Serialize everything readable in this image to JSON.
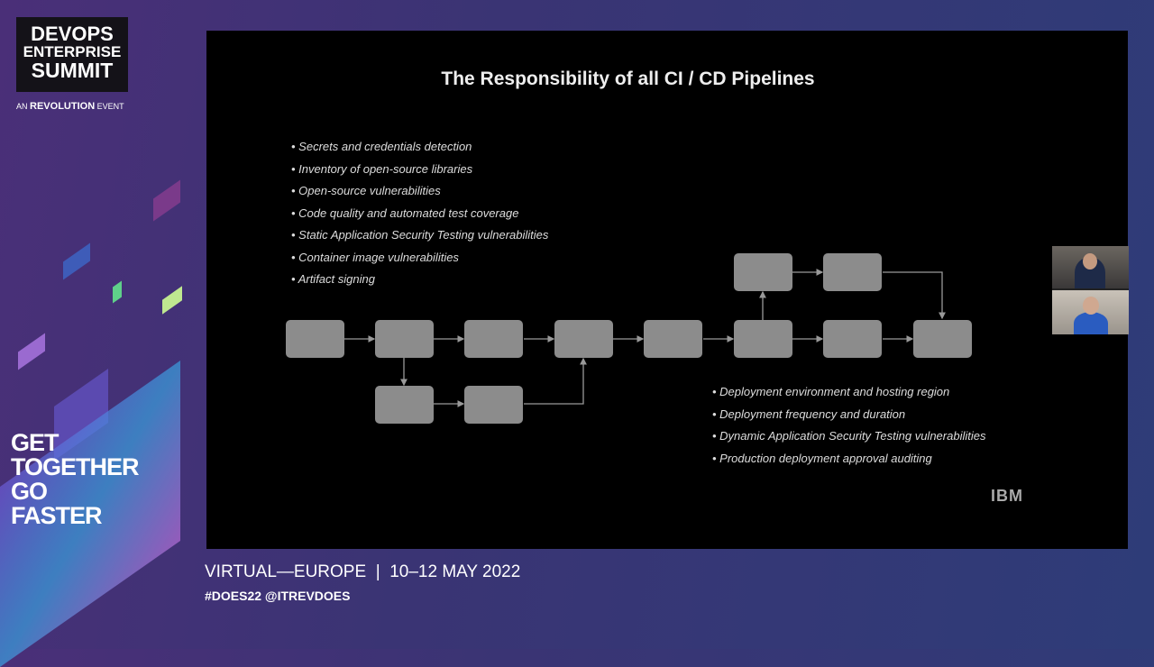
{
  "brand": {
    "line1": "DEVOPS",
    "line2": "ENTERPRISE",
    "line3": "SUMMIT",
    "byline_pre": "AN",
    "byline_brand": "REVOLUTION",
    "byline_post": "EVENT"
  },
  "tagline": [
    "GET",
    "TOGETHER",
    "GO",
    "FASTER"
  ],
  "slide": {
    "title": "The Responsibility of all CI / CD Pipelines",
    "ci_items": [
      "Secrets and credentials detection",
      "Inventory of open-source libraries",
      "Open-source vulnerabilities",
      "Code quality and automated test coverage",
      "Static Application Security Testing vulnerabilities",
      "Container image vulnerabilities",
      "Artifact signing"
    ],
    "cd_items": [
      "Deployment environment and hosting region",
      "Deployment frequency and duration",
      "Dynamic Application Security Testing vulnerabilities",
      "Production deployment approval auditing"
    ],
    "logo": "IBM"
  },
  "footer": {
    "event": "VIRTUAL—EUROPE",
    "dates": "10–12 MAY 2022",
    "hashtags": "#DOES22 @ITREVDOES"
  }
}
